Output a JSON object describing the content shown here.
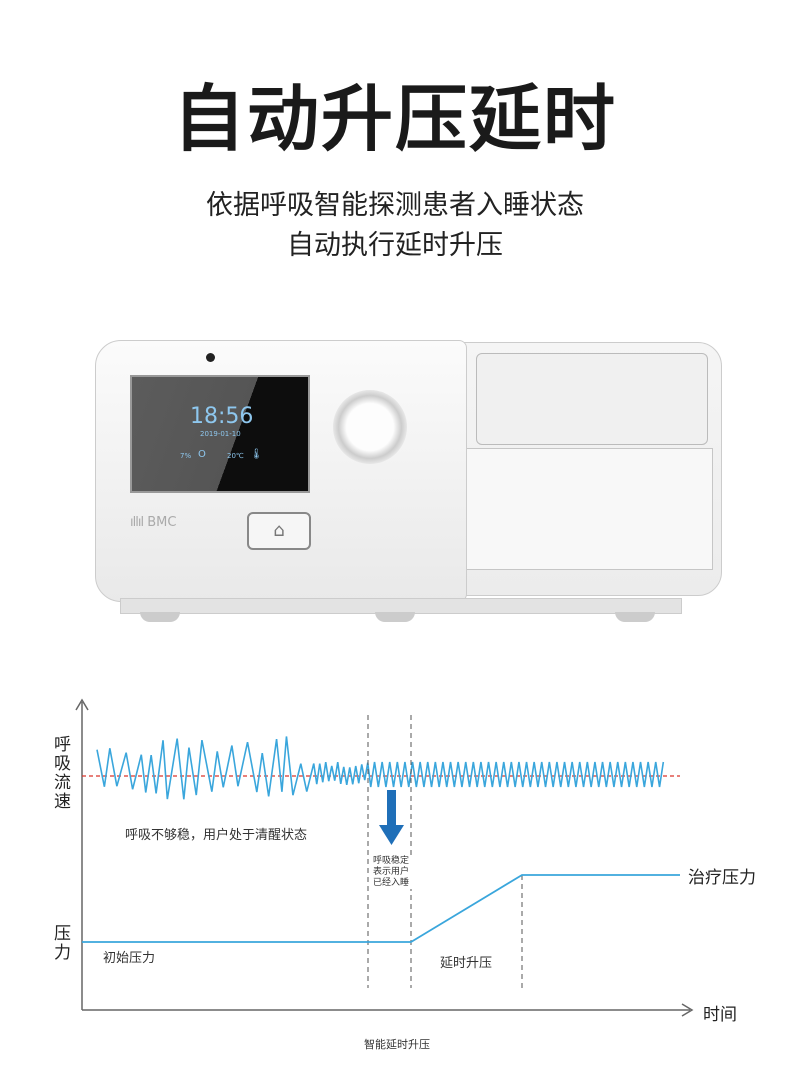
{
  "title": "自动升压延时",
  "subtitle_lines": [
    "依据呼吸智能探测患者入睡状态",
    "自动执行延时升压"
  ],
  "device": {
    "time": "18:56",
    "date": "2019-01-10",
    "humidity": "7%",
    "temperature": "20℃",
    "brand": "BMC",
    "icons": [
      "o2-icon",
      "thermometer-icon",
      "home-icon",
      "knob"
    ]
  },
  "diagram": {
    "y_label_flow": "呼吸流速",
    "y_label_pressure": "压力",
    "x_label": "时间",
    "awake_note": "呼吸不够稳，用户处于清醒状态",
    "asleep_note": [
      "呼吸稳定",
      "表示用户",
      "已经入睡"
    ],
    "initial_pressure": "初始压力",
    "delay_ramp": "延时升压",
    "therapy_pressure": "治疗压力",
    "caption": "智能延时升压",
    "colors": {
      "wave": "#3aa6dc",
      "baseline": "#d9342b",
      "arrow": "#1f6fb8",
      "axis": "#666"
    }
  }
}
